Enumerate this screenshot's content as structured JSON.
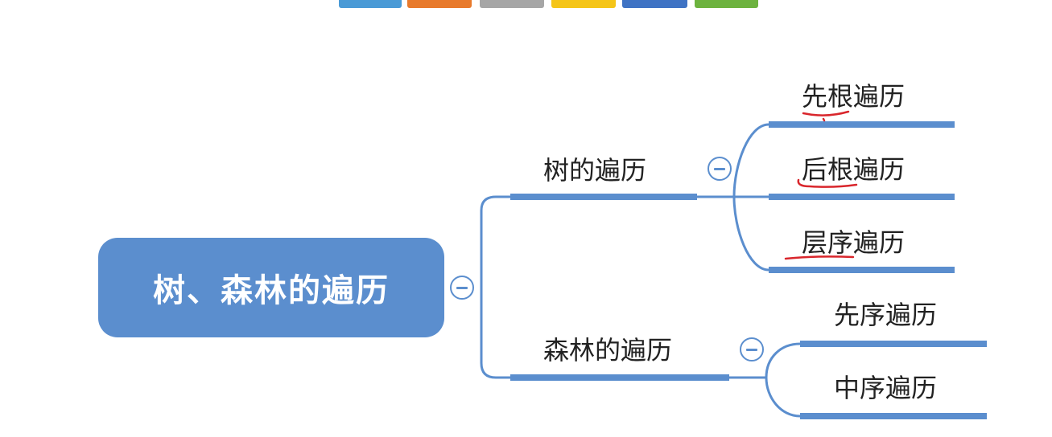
{
  "palette": [
    "#4a9ad6",
    "#e87a2c",
    "#a6a6a6",
    "#f5c518",
    "#3f73c4",
    "#6db33f"
  ],
  "line_color": "#5b8ece",
  "annotation_color": "#d9262c",
  "root": {
    "label": "树、森林的遍历"
  },
  "branches": [
    {
      "label": "树的遍历",
      "children": [
        "先根遍历",
        "后根遍历",
        "层序遍历"
      ]
    },
    {
      "label": "森林的遍历",
      "children": [
        "先序遍历",
        "中序遍历"
      ]
    }
  ]
}
